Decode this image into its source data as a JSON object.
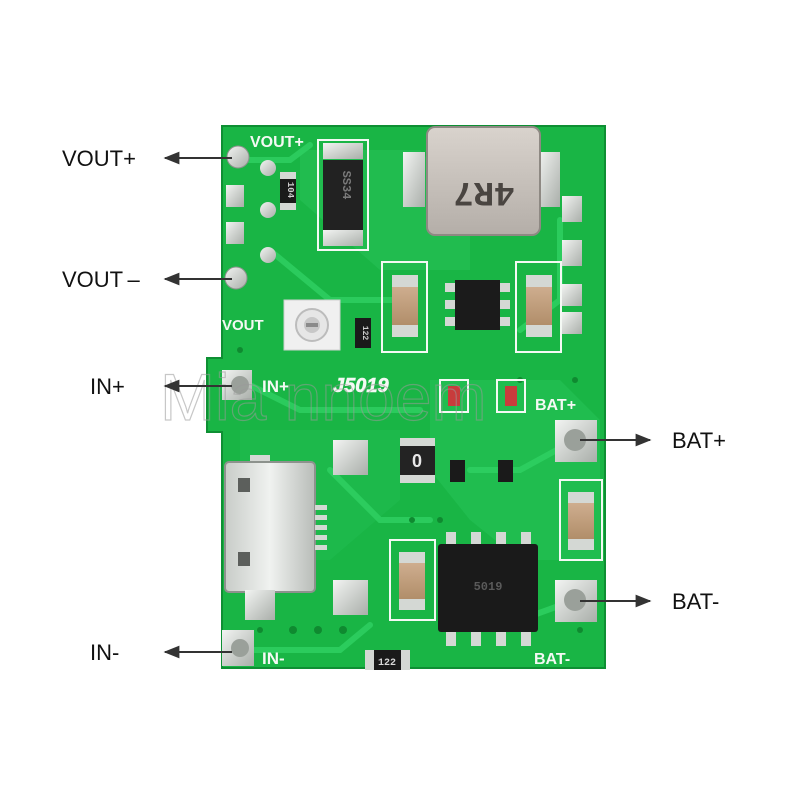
{
  "pins": {
    "vout_plus": "VOUT+",
    "vout_minus": "VOUT –",
    "in_plus": "IN+",
    "in_minus": "IN-",
    "bat_plus": "BAT+",
    "bat_minus": "BAT-"
  },
  "silkscreen": {
    "vout_plus": "VOUT+",
    "vout": "VOUT",
    "in_plus": "IN+",
    "in_minus": "IN-",
    "board_id": "J5019",
    "bat_plus": "BAT+",
    "bat_minus": "BAT-"
  },
  "components": {
    "inductor_marking": "4R7",
    "diode_marking": "SS34",
    "resistor_marking": "122",
    "resistor_bottom_marking": "122",
    "resistor_top_marking": "104",
    "ic_marking": "5019"
  },
  "watermark": "Mia  nnoem",
  "colors": {
    "pcb_green": "#19b545",
    "copper_trace": "#2ec85a",
    "pad_silver": "#d4d8d4",
    "silkscreen": "#f4f9f4",
    "arrow": "#333333"
  }
}
